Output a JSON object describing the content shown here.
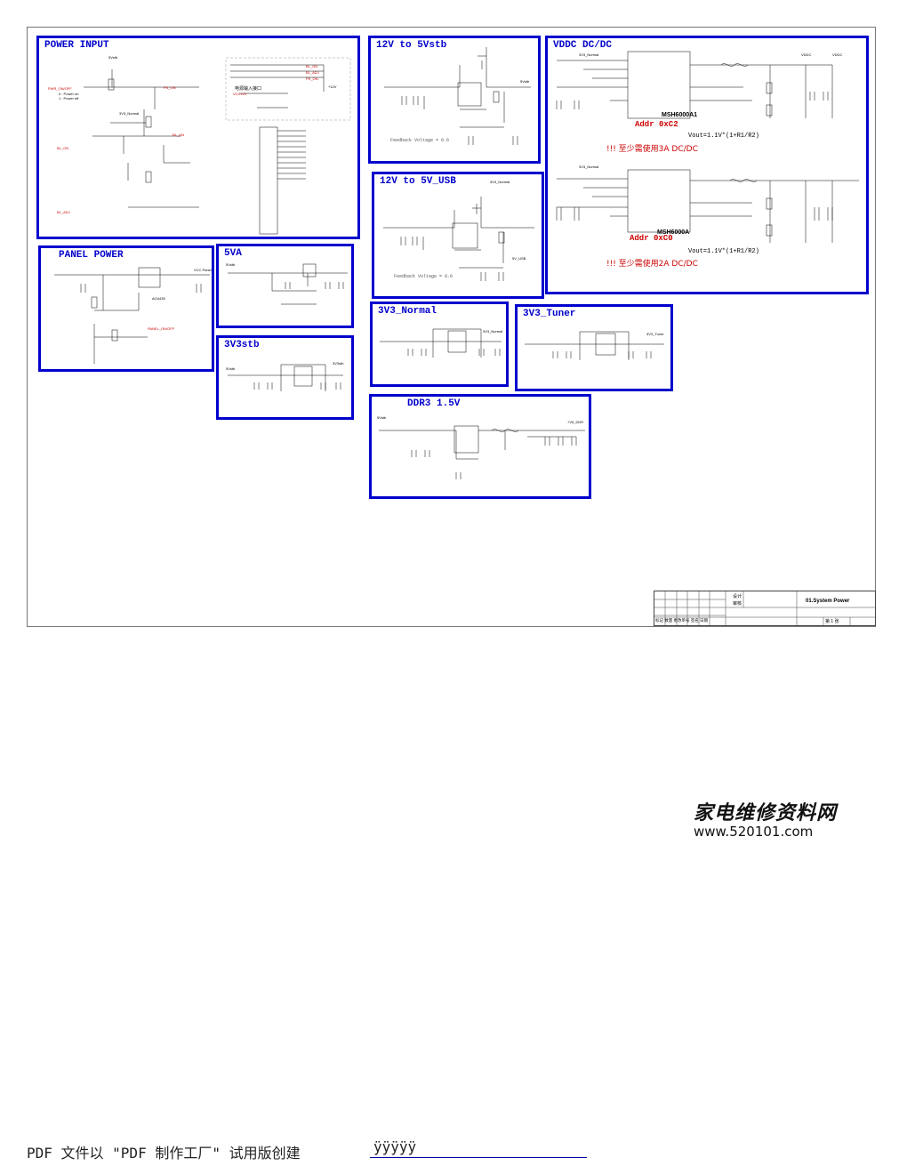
{
  "blocks": {
    "power_input": "POWER INPUT",
    "v12_5vstb": "12V to 5Vstb",
    "vddc": "VDDC DC/DC",
    "v12_5vusb": "12V to 5V_USB",
    "panel_power": "PANEL POWER",
    "v5va": "5VA",
    "v3v3_normal": "3V3_Normal",
    "v3v3_tuner": "3V3_Tuner",
    "v3v3stb": "3V3stb",
    "ddr3": "DDR3 1.5V"
  },
  "vddc_section": {
    "ic1": "MSH6000A1",
    "addr1": "Addr 0xC2",
    "vout1": "Vout=1.1V*(1+R1/R2)",
    "warn1": "!!! 至少需使用3A DC/DC",
    "ic2": "MSH6000A",
    "addr2": "Addr 0xC0",
    "vout2": "Vout=1.1V*(1+R1/R2)",
    "warn2": "!!! 至少需使用2A DC/DC"
  },
  "feedback": {
    "stb": "Feedback Voltage = 0.6",
    "usb": "Feedback Voltage = 0.6"
  },
  "power_input_section": {
    "connector_note": "电源输入接口",
    "pwr_onoff": "PWR_ON/OFF",
    "bl_on": "BL_ON",
    "bl_adj": "BL_ADJ",
    "ps_on": "PS_ON",
    "v12": "+12V",
    "vcc12v": "VCC12V",
    "power_note_on": "0 : Power on",
    "power_note_off": "1 : Power off"
  },
  "panel_section": {
    "vcc_panel": "VCC Panel",
    "panel_onoff": "PANEL_ON/OFF",
    "ic": "AO4435"
  },
  "signals": {
    "v5stb": "5Vstb",
    "v3v3_normal_net": "3V3_Normal",
    "vddc_net": "VDDC",
    "ddr_net": "+V5_DDR",
    "v5_usb": "5V_USB",
    "v3v3_tuner_net": "3V3_Tuner",
    "v3v3stb_net": "3V3stb"
  },
  "title_block": {
    "drawn": "设计",
    "checked": "审核",
    "title": "01.System Power",
    "rev_row": "标记 数量 更改单号 签名 日期",
    "sheet": "第 1 张"
  },
  "watermark": {
    "cn": "家电维修资料网",
    "url": "www.520101.com"
  },
  "footer": {
    "text": "PDF 文件以 \"PDF 制作工厂\" 试用版创建",
    "trail": "ÿÿÿÿÿ"
  }
}
